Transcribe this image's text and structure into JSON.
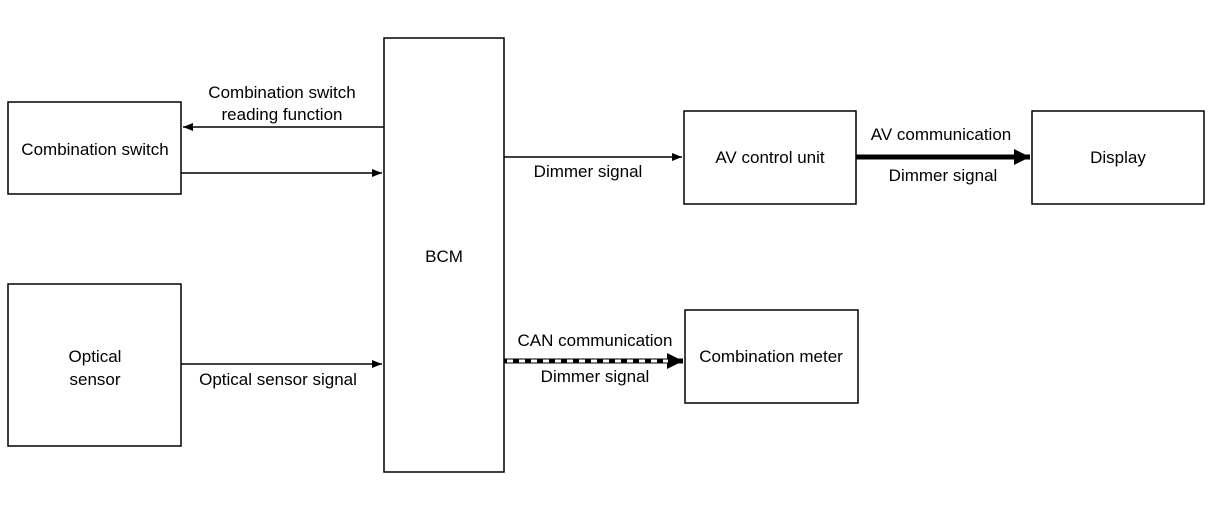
{
  "nodes": {
    "combination_switch": "Combination switch",
    "optical_sensor_line1": "Optical",
    "optical_sensor_line2": "sensor",
    "bcm": "BCM",
    "av_control_unit": "AV control unit",
    "display": "Display",
    "combination_meter": "Combination meter"
  },
  "edges": {
    "reading_function_line1": "Combination switch",
    "reading_function_line2": "reading function",
    "optical_sensor_signal": "Optical sensor signal",
    "bcm_to_av_dimmer": "Dimmer signal",
    "av_communication": "AV communication",
    "av_to_display_dimmer": "Dimmer signal",
    "can_communication": "CAN communication",
    "bcm_to_meter_dimmer": "Dimmer signal"
  }
}
